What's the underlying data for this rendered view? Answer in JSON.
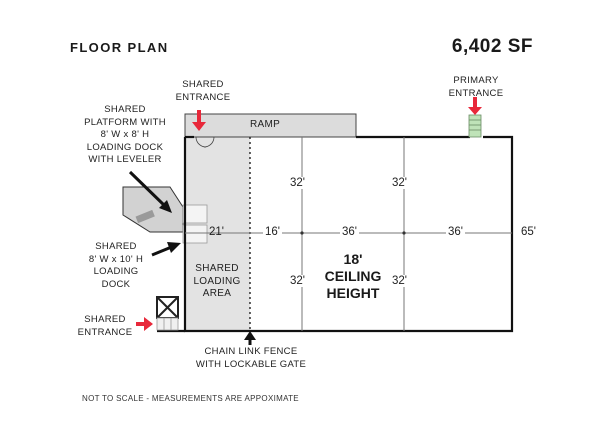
{
  "header": {
    "title": "FLOOR PLAN",
    "area": "6,402 SF"
  },
  "labels": {
    "shared_entrance_top": "SHARED\nENTRANCE",
    "primary_entrance": "PRIMARY\nENTRANCE",
    "ramp": "RAMP",
    "shared_platform": "SHARED\nPLATFORM WITH\n8' W x 8' H\nLOADING DOCK\nWITH LEVELER",
    "shared_loading_dock": "SHARED\n8' W x 10' H\nLOADING DOCK",
    "shared_entrance_bottom": "SHARED\nENTRANCE",
    "shared_loading_area": "SHARED\nLOADING\nAREA",
    "ceiling_height": "18'\nCEILING\nHEIGHT",
    "chain_link_fence": "CHAIN LINK FENCE\nWITH LOCKABLE GATE"
  },
  "dimensions": {
    "d21": "21'",
    "d16": "16'",
    "d36a": "36'",
    "d36b": "36'",
    "d65": "65'",
    "d32_tl": "32'",
    "d32_tr": "32'",
    "d32_bl": "32'",
    "d32_br": "32'"
  },
  "footer": {
    "note": "NOT TO SCALE - MEASUREMENTS ARE APPOXIMATE"
  },
  "colors": {
    "arrow_red": "#e8283a",
    "loading_area": "#e3e3e3",
    "ramp": "#dcdcdc",
    "stairs": "#bfe3b8",
    "wall": "#111111"
  },
  "icons": {
    "red_arrow": "arrow-icon",
    "black_arrow": "arrow-icon",
    "stairs": "stairs-icon",
    "box": "crate-icon"
  }
}
